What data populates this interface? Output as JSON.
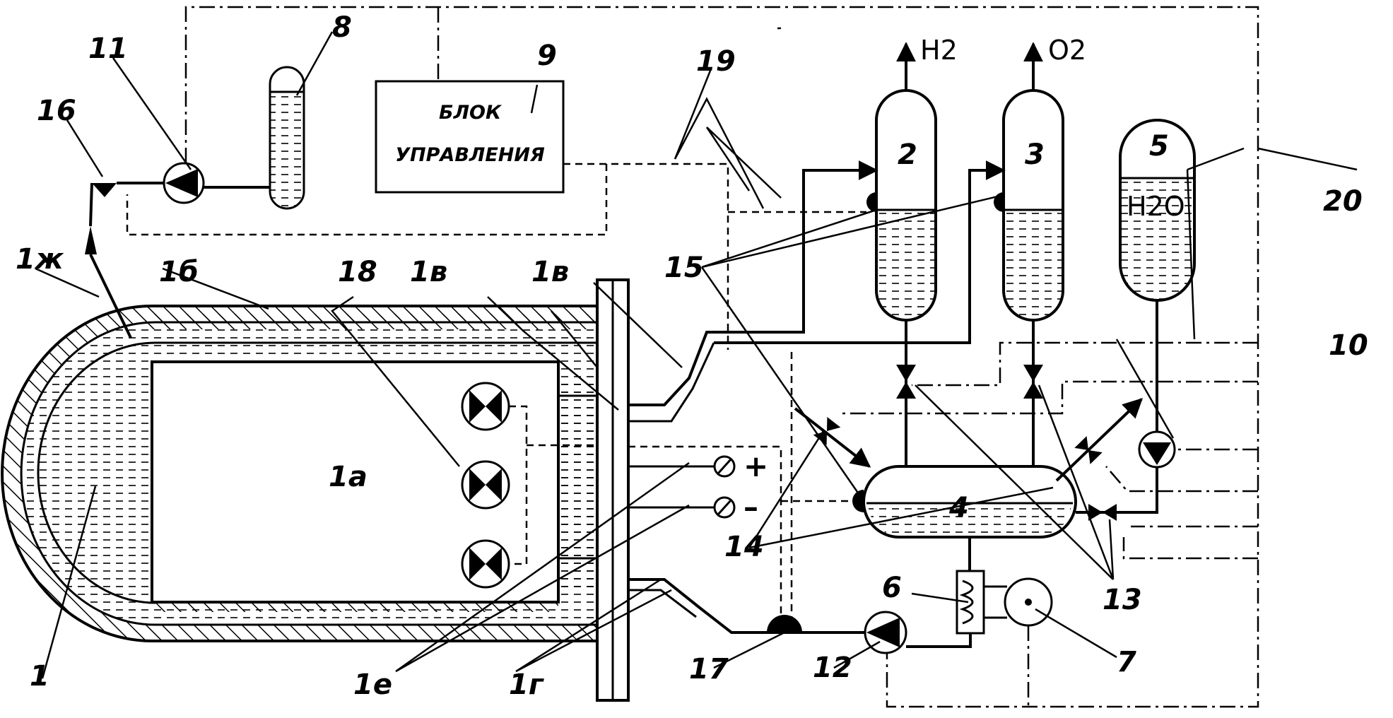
{
  "labels": {
    "l1": "1",
    "l1a": "1а",
    "l1b": "1б",
    "l1v_top": "1в",
    "l1v": "1в",
    "l1g": "1г",
    "l1e": "1е",
    "l1zh": "1ж",
    "l2": "2",
    "l3": "3",
    "l4": "4",
    "l5": "5",
    "l6": "6",
    "l7": "7",
    "l8": "8",
    "l9": "9",
    "l10": "10",
    "l11": "11",
    "l12": "12",
    "l13": "13",
    "l14": "14",
    "l15": "15",
    "l16": "16",
    "l17": "17",
    "l18": "18",
    "l19": "19",
    "l20": "20"
  },
  "control_block": {
    "line1": "БЛОК",
    "line2": "УПРАВЛЕНИЯ"
  },
  "outputs": {
    "h2": "H2",
    "o2": "O2",
    "water": "H2O"
  },
  "terminals": {
    "plus": "+",
    "minus": "–"
  }
}
